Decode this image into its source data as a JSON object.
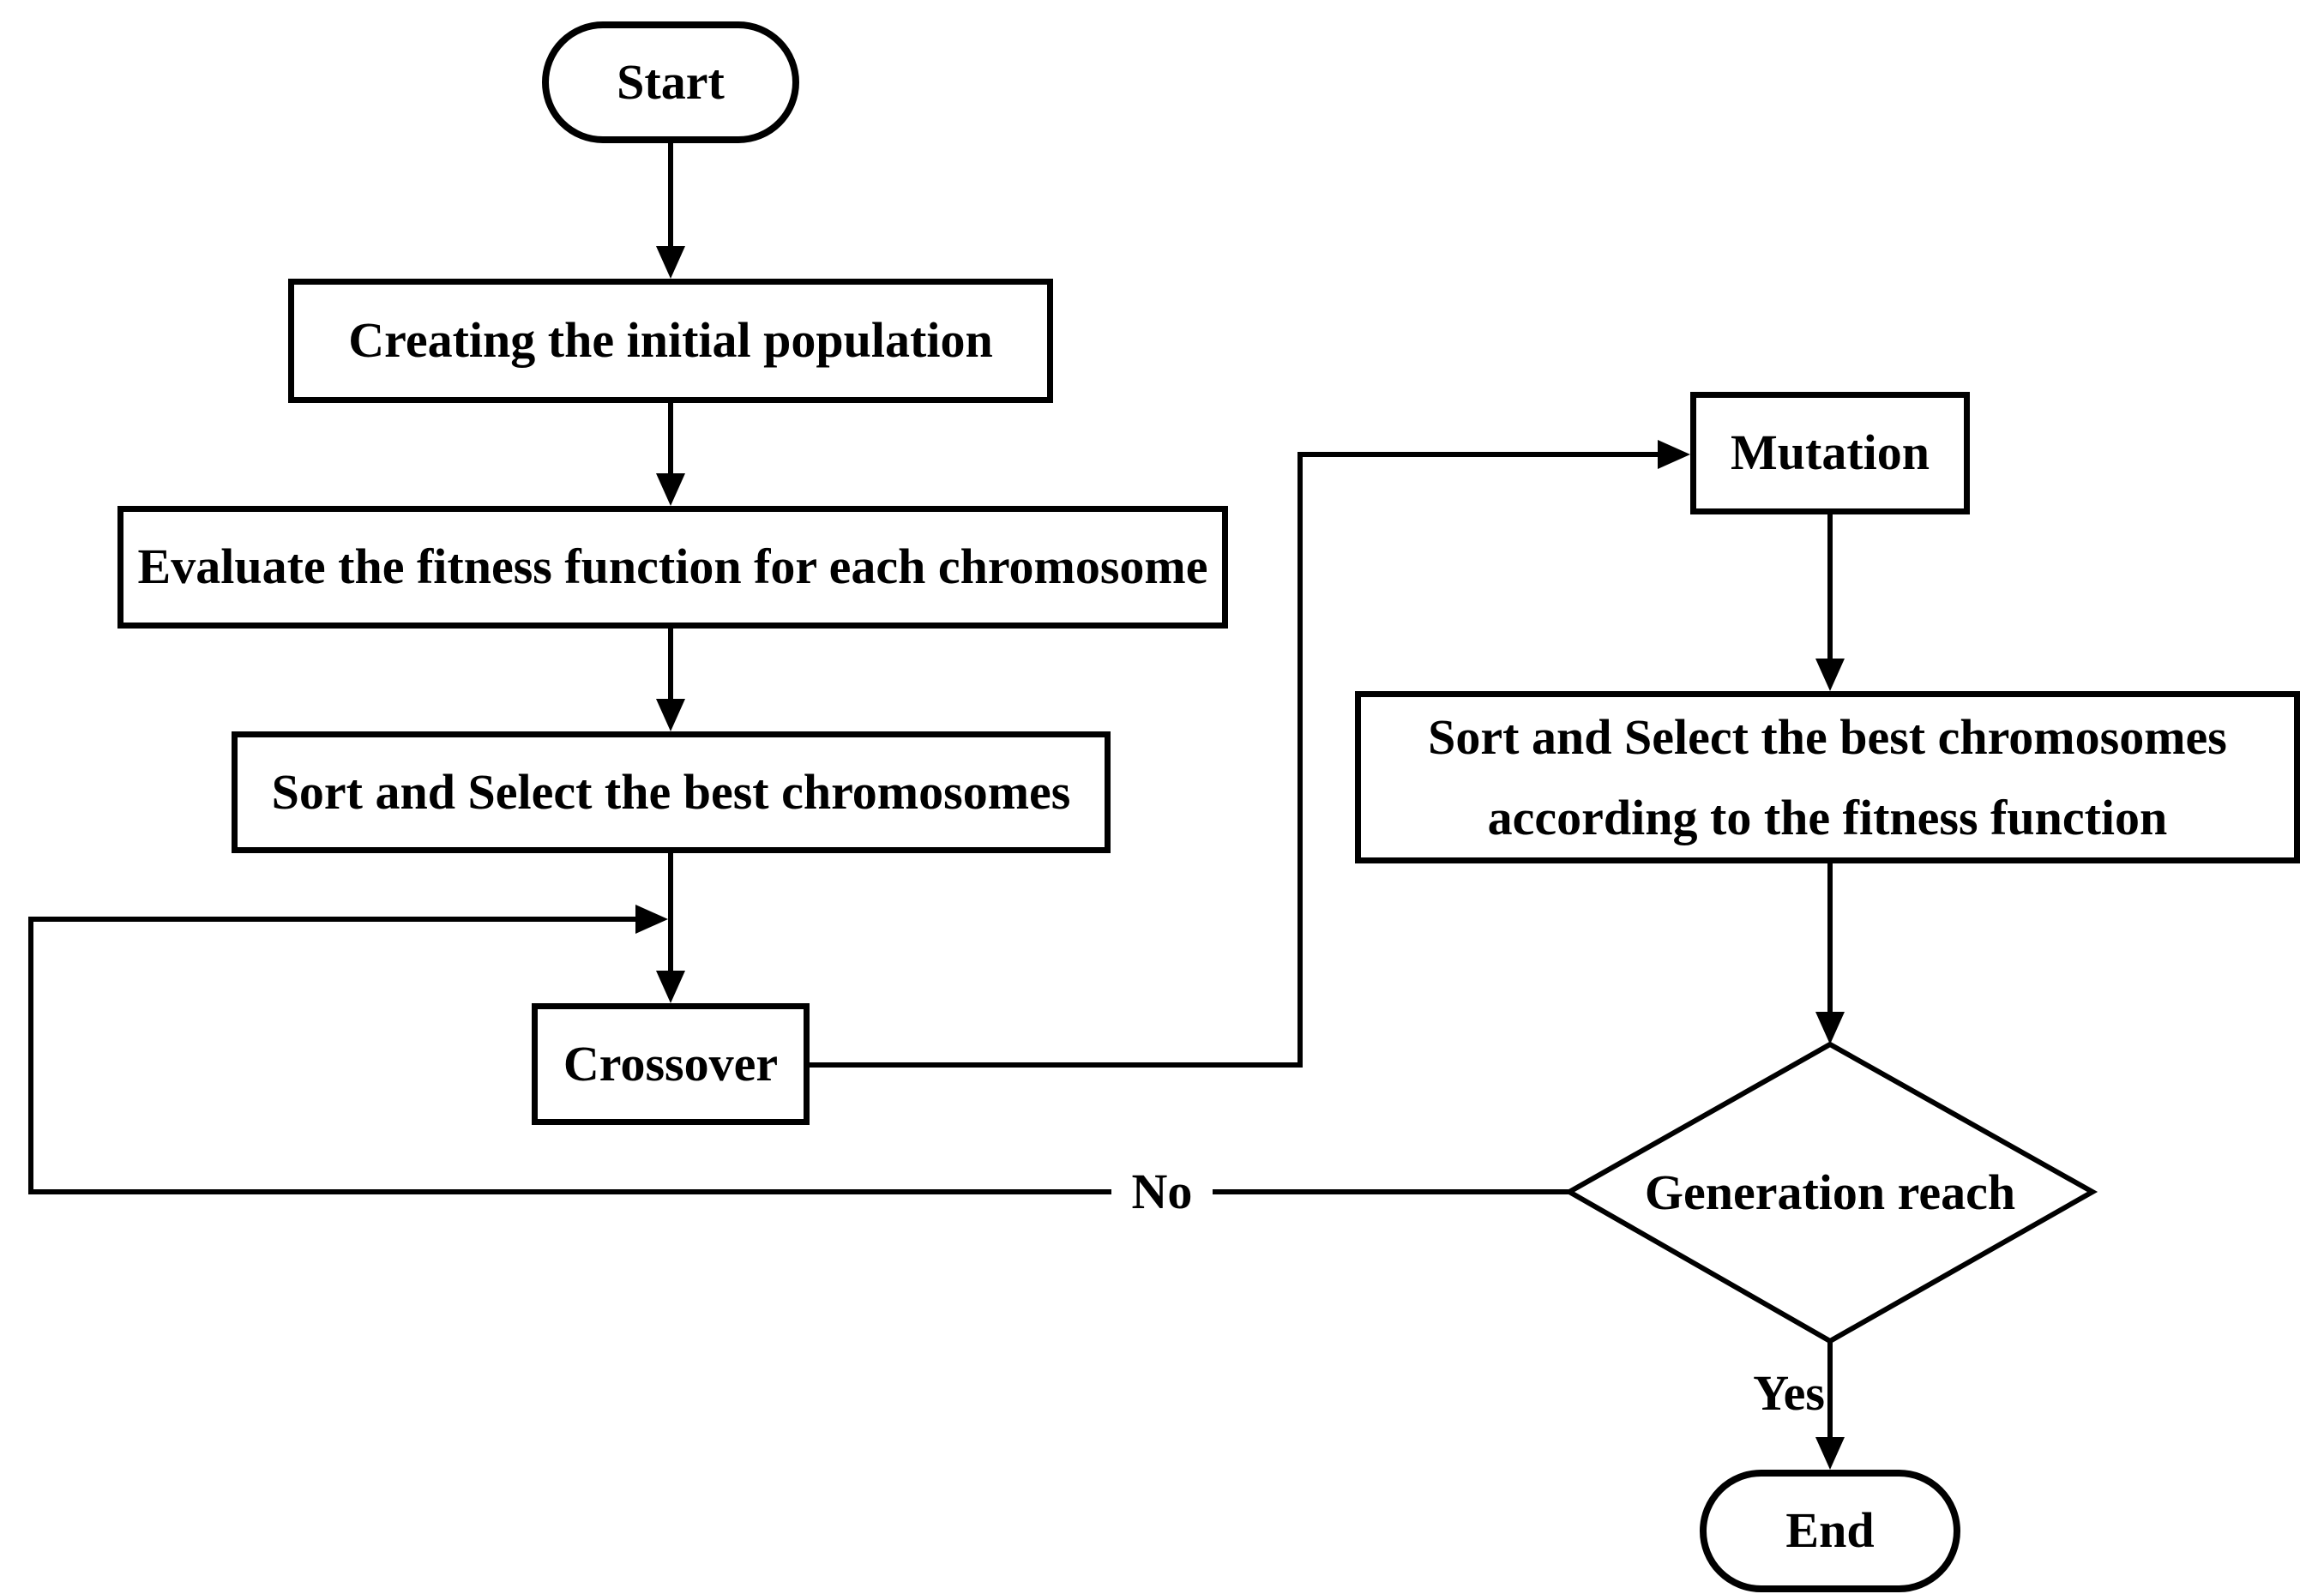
{
  "diagram": {
    "type": "flowchart",
    "topic": "Genetic algorithm flowchart",
    "colors": {
      "background": "#ffffff",
      "line": "#000000",
      "node_fill": "#ffffff",
      "text": "#000000"
    },
    "nodes": {
      "start": {
        "shape": "terminator",
        "label": "Start"
      },
      "creating": {
        "shape": "process",
        "label": "Creating the initial population"
      },
      "evaluate": {
        "shape": "process",
        "label": "Evaluate the fitness function for each chromosome"
      },
      "sort_select": {
        "shape": "process",
        "label": "Sort and Select the best chromosomes"
      },
      "crossover": {
        "shape": "process",
        "label": "Crossover"
      },
      "mutation": {
        "shape": "process",
        "label": "Mutation"
      },
      "sort_select_fitness": {
        "shape": "process",
        "lines": [
          "Sort and Select the best chromosomes",
          "according to the fitness function"
        ]
      },
      "generation_reach": {
        "shape": "decision",
        "label": "Generation reach"
      },
      "end": {
        "shape": "terminator",
        "label": "End"
      }
    },
    "edge_labels": {
      "no": "No",
      "yes": "Yes"
    },
    "edges": [
      {
        "from": "start",
        "to": "creating"
      },
      {
        "from": "creating",
        "to": "evaluate"
      },
      {
        "from": "evaluate",
        "to": "sort_select"
      },
      {
        "from": "sort_select",
        "to": "crossover"
      },
      {
        "from": "crossover",
        "to": "mutation"
      },
      {
        "from": "mutation",
        "to": "sort_select_fitness"
      },
      {
        "from": "sort_select_fitness",
        "to": "generation_reach"
      },
      {
        "from": "generation_reach",
        "to": "end",
        "label": "Yes"
      },
      {
        "from": "generation_reach",
        "to": "crossover",
        "label": "No"
      }
    ]
  }
}
